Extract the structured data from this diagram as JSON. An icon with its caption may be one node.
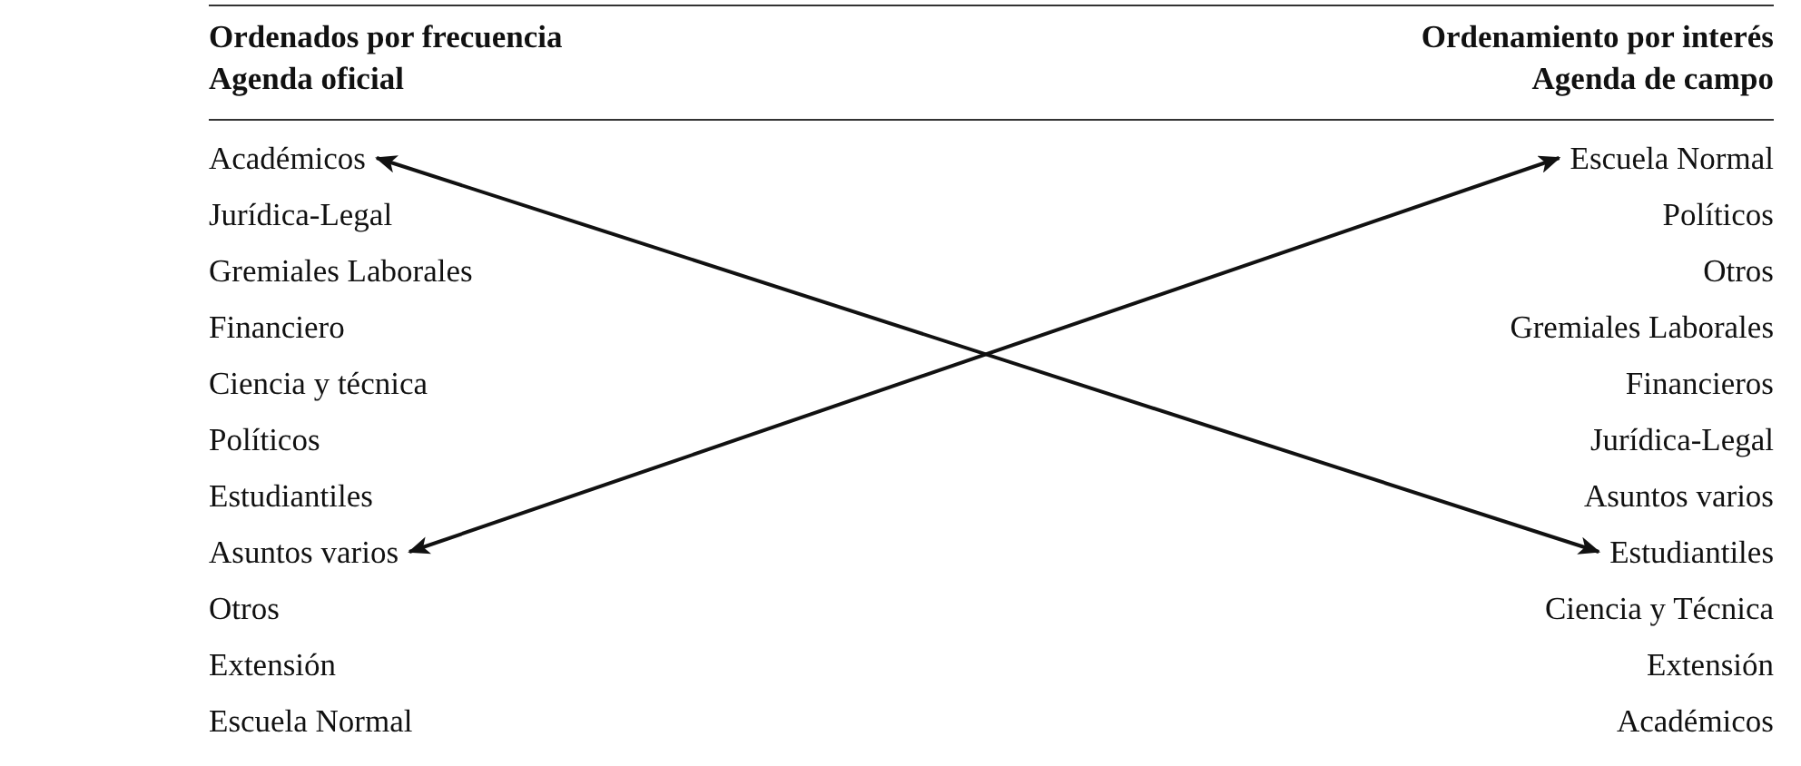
{
  "diagram": {
    "nodes": [
      {
        "text": [
          "Académicos"
        ]
      },
      {
        "text": [
          "Escuela Normal"
        ]
      },
      {
        "text": [
          "Asuntos varios"
        ]
      },
      {
        "text": [
          "Estudiantiles"
        ]
      }
    ],
    "edges": [
      {
        "from": 0,
        "to": 3,
        "arrow": "both"
      },
      {
        "from": 1,
        "to": 2,
        "arrow": "both"
      }
    ],
    "labels": [
      "Ordenados por frecuencia",
      "Ordenamiento por interés",
      "Agenda oficial",
      "Agenda de campo",
      "Jurídica-Legal",
      "Políticos",
      "Gremiales Laborales",
      "Otros",
      "Financiero",
      "Gremiales Laborales",
      "Ciencia y técnica",
      "Financieros",
      "Políticos",
      "Jurídica-Legal",
      "Estudiantiles",
      "Asuntos varios",
      "Otros",
      "Ciencia y Técnica",
      "Extensión",
      "Extensión",
      "Escuela Normal",
      "Académicos"
    ]
  }
}
